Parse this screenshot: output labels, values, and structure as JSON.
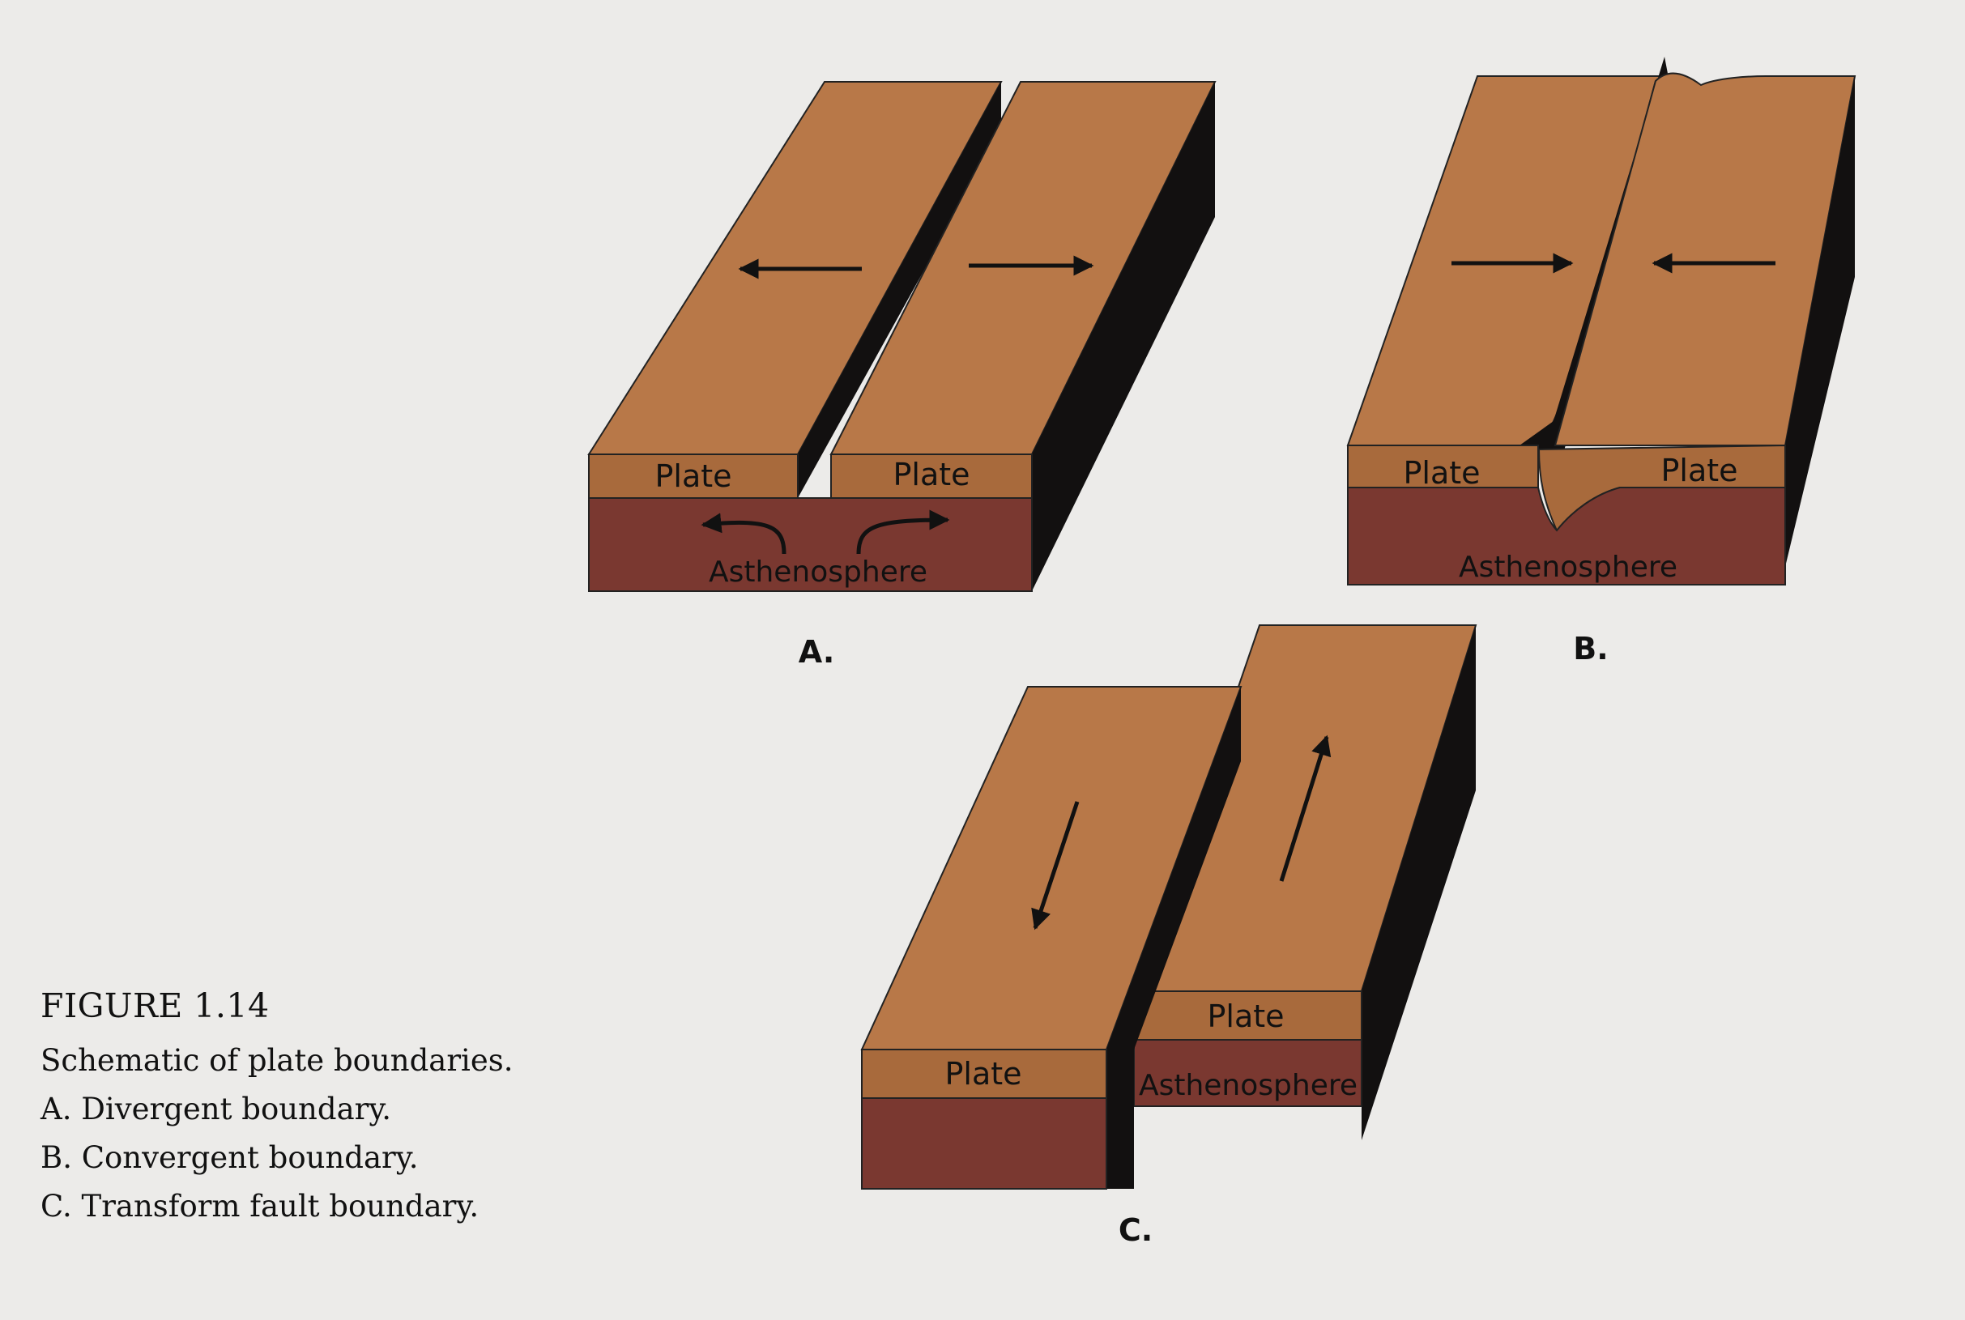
{
  "panels": {
    "a": {
      "letter": "A.",
      "left_plate_label": "Plate",
      "right_plate_label": "Plate",
      "asthenosphere_label": "Asthenosphere"
    },
    "b": {
      "letter": "B.",
      "left_plate_label": "Plate",
      "right_plate_label": "Plate",
      "asthenosphere_label": "Asthenosphere"
    },
    "c": {
      "letter": "C.",
      "left_plate_label": "Plate",
      "right_plate_label": "Plate",
      "asthenosphere_label": "Asthenosphere"
    }
  },
  "caption": {
    "figure_number": "FIGURE 1.14",
    "title": "Schematic of plate boundaries.",
    "items": [
      "A. Divergent boundary.",
      "B. Convergent boundary.",
      "C. Transform fault boundary."
    ]
  },
  "colors": {
    "plate_top": "#b87848",
    "plate_front": "#a86a3c",
    "asthenosphere": "#7a3830",
    "gap": "#121010",
    "page": "#ecebe9"
  }
}
